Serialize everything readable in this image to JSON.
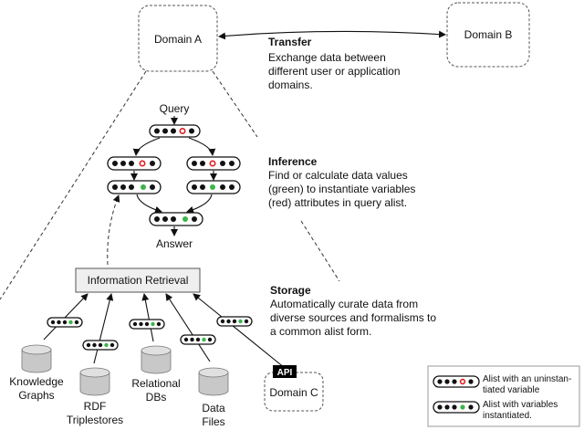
{
  "domain_a": "Domain A",
  "domain_b": "Domain B",
  "domain_c": "Domain C",
  "api_badge": "API",
  "query_label": "Query",
  "answer_label": "Answer",
  "ir_label": "Information Retrieval",
  "transfer": {
    "title": "Transfer",
    "lines": [
      "Exchange data between",
      "different user or application",
      "domains."
    ]
  },
  "inference": {
    "title": "Inference",
    "lines": [
      "Find or calculate data values",
      "(green) to instantiate variables",
      "(red) attributes in query alist."
    ]
  },
  "storage": {
    "title": "Storage",
    "lines": [
      "Automatically curate data from",
      "diverse sources and formalisms to",
      "a common alist form."
    ]
  },
  "sources": {
    "kg": [
      "Knowledge",
      "Graphs"
    ],
    "rdf": [
      "RDF",
      "Triplestores"
    ],
    "rel": [
      "Relational",
      "DBs"
    ],
    "files": [
      "Data",
      "Files"
    ]
  },
  "legend": {
    "uninstantiated": [
      "Alist with an uninstan-",
      "tiated variable"
    ],
    "instantiated": [
      "Alist with variables",
      "instantiated."
    ]
  },
  "colors": {
    "instantiated": "#3cb54a",
    "variable": "#e02020"
  }
}
